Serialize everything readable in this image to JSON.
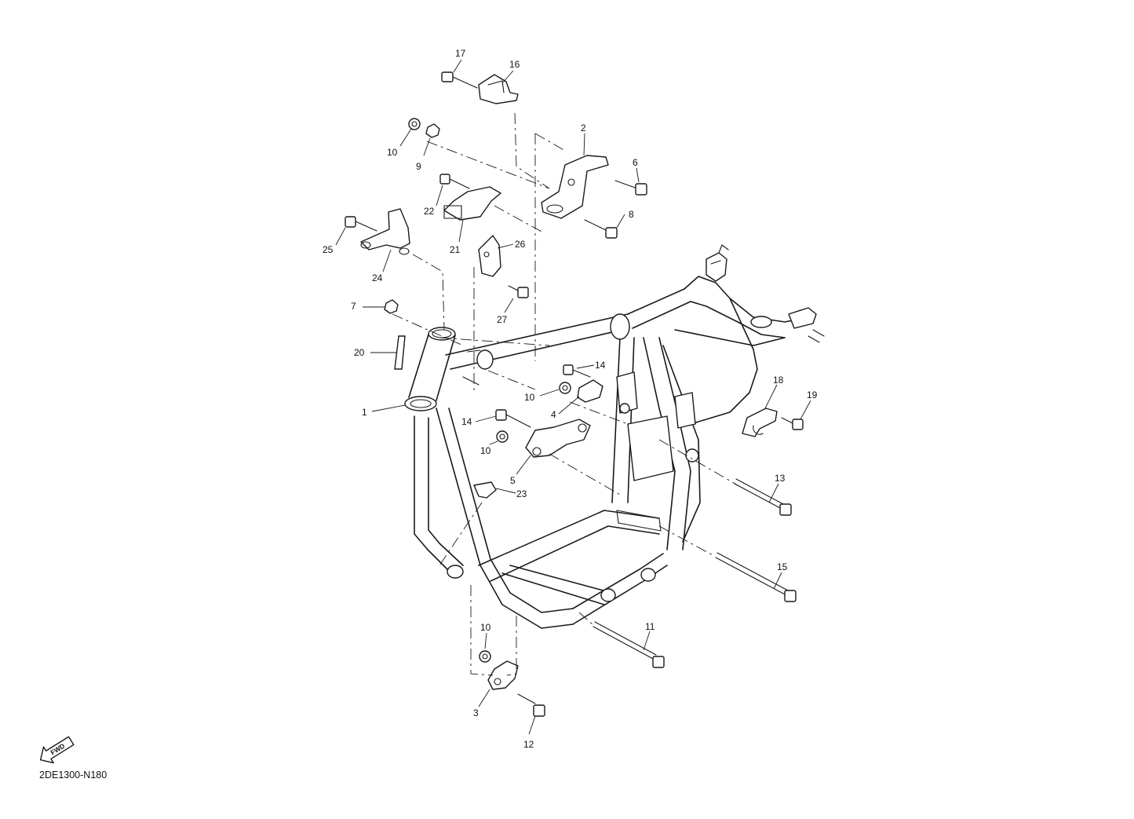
{
  "diagram": {
    "drawing_code": "2DE1300-N180",
    "fwd_badge": "FWD",
    "callouts": {
      "c1": "1",
      "c2": "2",
      "c3": "3",
      "c4": "4",
      "c5": "5",
      "c6": "6",
      "c7": "7",
      "c8": "8",
      "c9": "9",
      "c10a": "10",
      "c10b": "10",
      "c10c": "10",
      "c10d": "10",
      "c11": "11",
      "c12": "12",
      "c13": "13",
      "c14a": "14",
      "c14b": "14",
      "c15": "15",
      "c16": "16",
      "c17": "17",
      "c18": "18",
      "c19": "19",
      "c20": "20",
      "c21": "21",
      "c22": "22",
      "c23": "23",
      "c24": "24",
      "c25": "25",
      "c26": "26",
      "c27": "27"
    }
  }
}
